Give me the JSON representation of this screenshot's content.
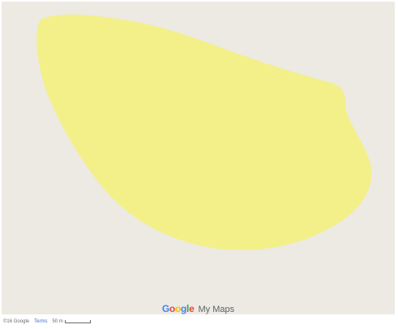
{
  "map": {
    "background_color": "#eceae3",
    "polygon_color": "#f3f08a"
  },
  "branding": {
    "logo_letters": [
      "G",
      "o",
      "o",
      "g",
      "l",
      "e"
    ],
    "product": "My Maps"
  },
  "footer": {
    "attribution": "©16 Google",
    "terms": "Terms",
    "scale_label": "50 m"
  }
}
